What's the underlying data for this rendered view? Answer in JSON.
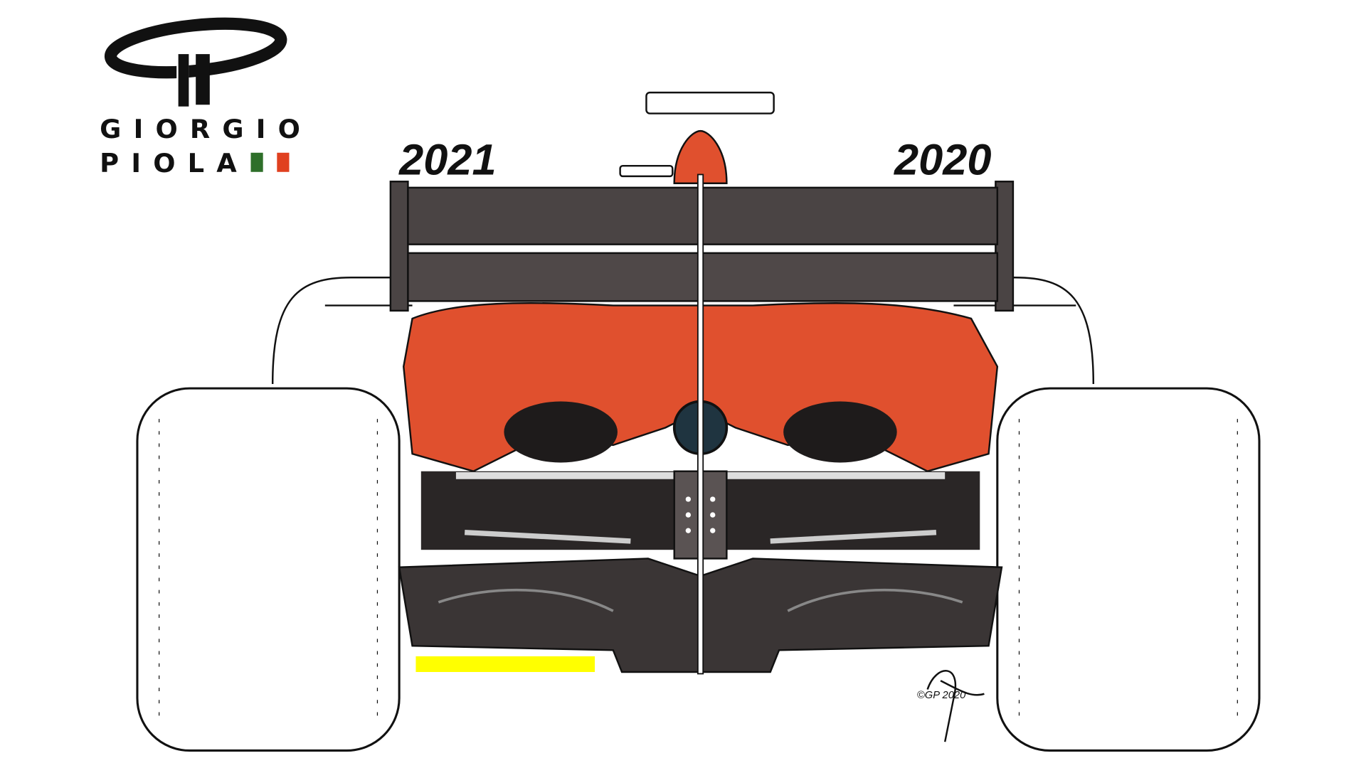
{
  "logo": {
    "line1": "GIORGIO",
    "line2": "PIOLA",
    "flag_colors": [
      "#2e6f2a",
      "#e0401f"
    ]
  },
  "labels": {
    "left_year": "2021",
    "right_year": "2020"
  },
  "signature": "©GP 2020",
  "colors": {
    "body": "#e0502e",
    "wing": "#4a4444",
    "floor": "#2f2b2b",
    "highlight": "#ffff00"
  }
}
